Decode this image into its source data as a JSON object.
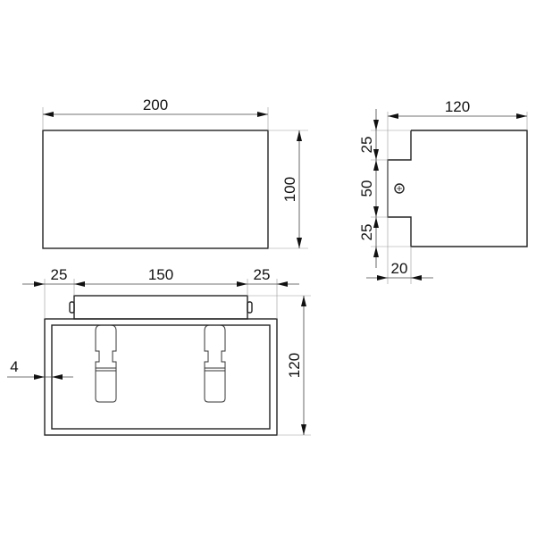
{
  "drawing": {
    "front_view": {
      "width_label": "200",
      "height_label": "100"
    },
    "side_view": {
      "depth_label": "120",
      "top_label": "25",
      "middle_label": "50",
      "bottom_label": "25",
      "step_label": "20"
    },
    "bottom_view": {
      "left_label": "25",
      "center_label": "150",
      "right_label": "25",
      "height_label": "120",
      "wall_label": "4"
    }
  }
}
